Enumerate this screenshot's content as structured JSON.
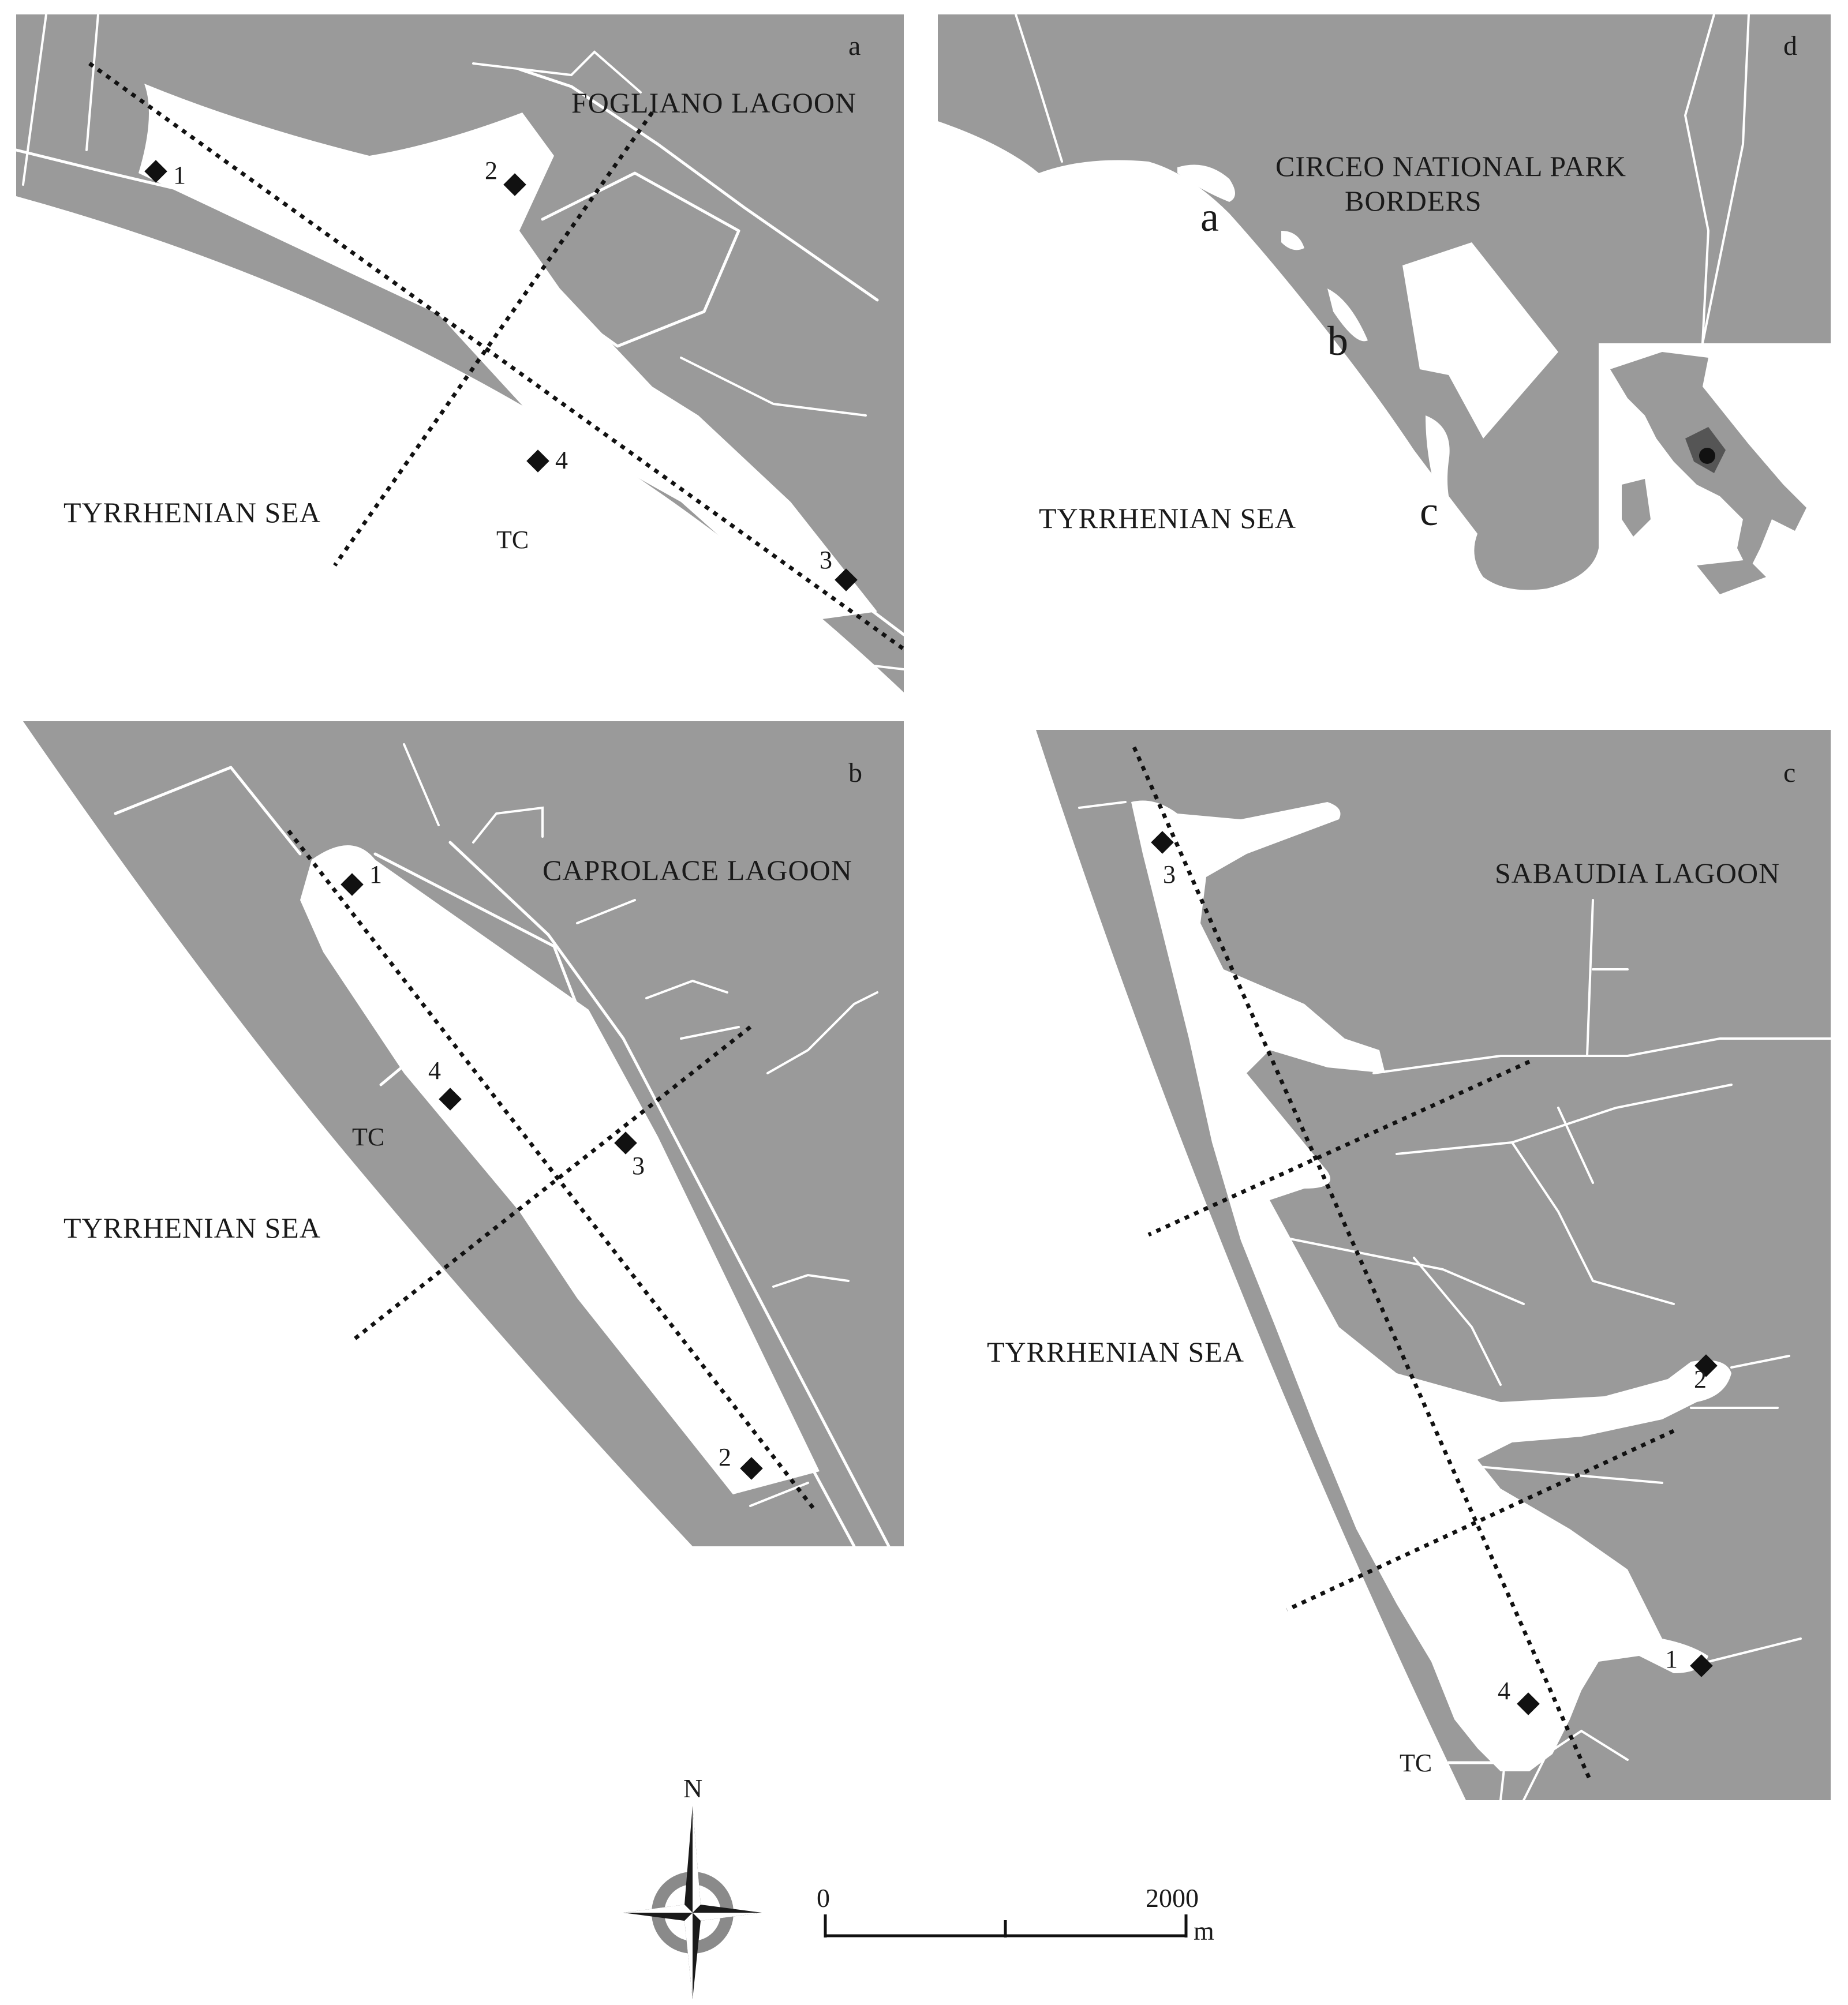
{
  "panels": {
    "a": {
      "letter": "a",
      "name": "FOGLIANO LAGOON",
      "sea": "TYRRHENIAN SEA",
      "tc": "TC",
      "sites": [
        "1",
        "2",
        "3",
        "4"
      ]
    },
    "b": {
      "letter": "b",
      "name": "CAPROLACE LAGOON",
      "sea": "TYRRHENIAN SEA",
      "tc": "TC",
      "sites": [
        "1",
        "2",
        "3",
        "4"
      ]
    },
    "c": {
      "letter": "c",
      "name": "SABAUDIA LAGOON",
      "sea": "TYRRHENIAN SEA",
      "tc": "TC",
      "sites": [
        "1",
        "2",
        "3",
        "4"
      ]
    },
    "d": {
      "letter": "d",
      "park_line1": "CIRCEO NATIONAL PARK",
      "park_line2": "BORDERS",
      "sea": "TYRRHENIAN SEA",
      "lagoon_labels": [
        "a",
        "b",
        "c"
      ]
    }
  },
  "north_arrow": {
    "label": "N"
  },
  "scale_bar": {
    "start": "0",
    "end": "2000",
    "unit": "m"
  },
  "colors": {
    "land": "#9a9a9a",
    "water": "#ffffff",
    "ink": "#111111"
  }
}
